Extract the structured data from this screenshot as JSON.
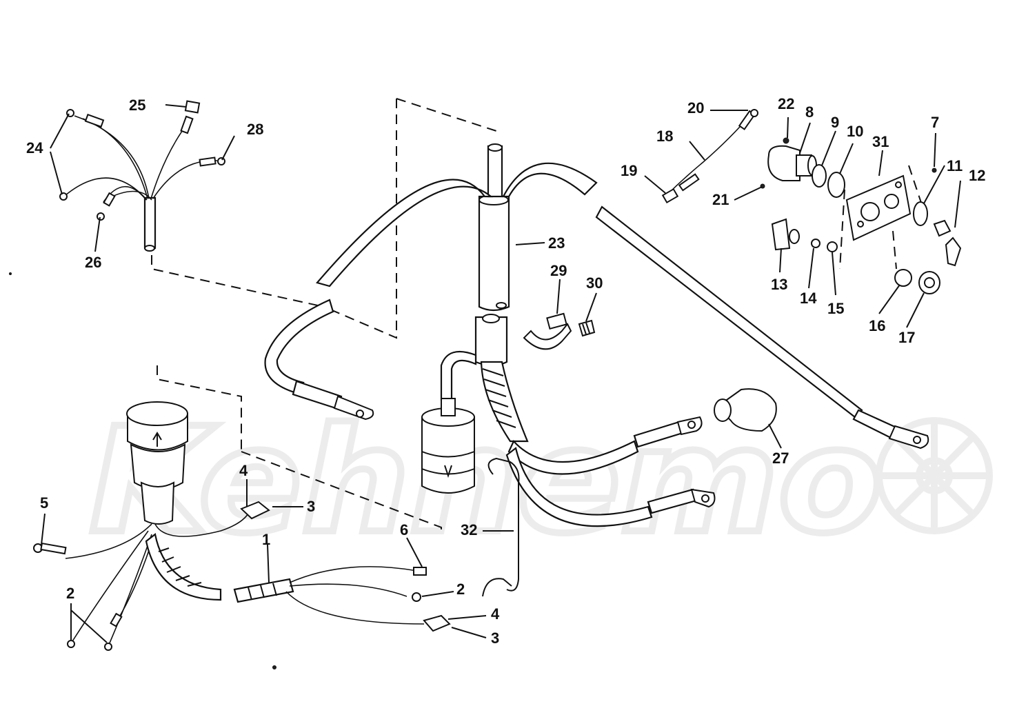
{
  "watermark": "Kehnemo",
  "callouts": [
    {
      "id": "c1",
      "text": "1"
    },
    {
      "id": "c2a",
      "text": "2"
    },
    {
      "id": "c2b",
      "text": "2"
    },
    {
      "id": "c3a",
      "text": "3"
    },
    {
      "id": "c3b",
      "text": "3"
    },
    {
      "id": "c4a",
      "text": "4"
    },
    {
      "id": "c4b",
      "text": "4"
    },
    {
      "id": "c5",
      "text": "5"
    },
    {
      "id": "c6",
      "text": "6"
    },
    {
      "id": "c7",
      "text": "7"
    },
    {
      "id": "c8",
      "text": "8"
    },
    {
      "id": "c9",
      "text": "9"
    },
    {
      "id": "c10",
      "text": "10"
    },
    {
      "id": "c11",
      "text": "11"
    },
    {
      "id": "c12",
      "text": "12"
    },
    {
      "id": "c13",
      "text": "13"
    },
    {
      "id": "c14",
      "text": "14"
    },
    {
      "id": "c15",
      "text": "15"
    },
    {
      "id": "c16",
      "text": "16"
    },
    {
      "id": "c17",
      "text": "17"
    },
    {
      "id": "c18",
      "text": "18"
    },
    {
      "id": "c19",
      "text": "19"
    },
    {
      "id": "c20",
      "text": "20"
    },
    {
      "id": "c21",
      "text": "21"
    },
    {
      "id": "c22",
      "text": "22"
    },
    {
      "id": "c23",
      "text": "23"
    },
    {
      "id": "c24",
      "text": "24"
    },
    {
      "id": "c25",
      "text": "25"
    },
    {
      "id": "c26",
      "text": "26"
    },
    {
      "id": "c27",
      "text": "27"
    },
    {
      "id": "c28",
      "text": "28"
    },
    {
      "id": "c29",
      "text": "29"
    },
    {
      "id": "c30",
      "text": "30"
    },
    {
      "id": "c31",
      "text": "31"
    },
    {
      "id": "c32",
      "text": "32"
    }
  ]
}
